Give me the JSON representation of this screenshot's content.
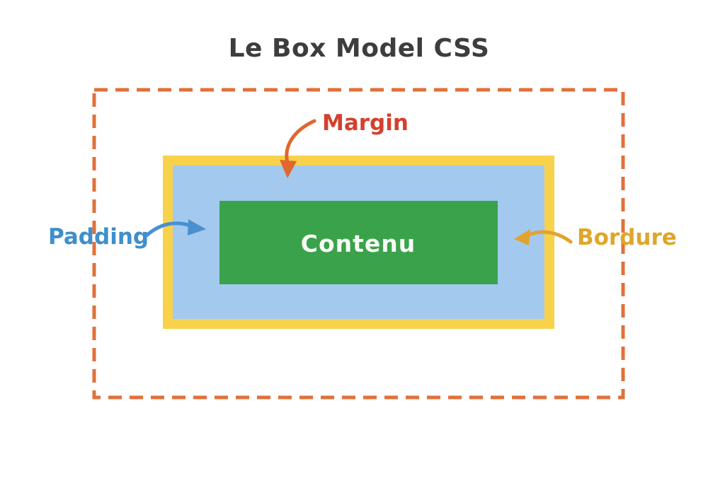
{
  "diagram": {
    "title": {
      "text": "Le Box Model CSS",
      "color": "#3d3d3d"
    },
    "margin": {
      "label": "Margin",
      "label_color": "#d4402e",
      "dash_color": "#e0713a",
      "arrow_color": "#e0672e"
    },
    "border": {
      "label": "Bordure",
      "label_color": "#dfa62a",
      "fill": "#f8d24b",
      "arrow_color": "#e2a32e"
    },
    "padding": {
      "label": "Padding",
      "label_color": "#3e8fcc",
      "fill": "#a3c9ee",
      "arrow_color": "#4a90d0"
    },
    "content": {
      "label": "Contenu",
      "label_color": "#f7faf5",
      "fill": "#3aa24b"
    }
  }
}
